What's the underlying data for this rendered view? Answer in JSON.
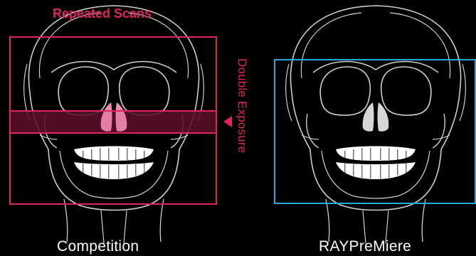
{
  "annotations": {
    "repeated_scans": "Repeated Scans",
    "double_exposure": "Double Exposure"
  },
  "captions": {
    "left": "Competition",
    "right": "RAYPreMiere"
  },
  "colors": {
    "background": "#000000",
    "highlight": "#e0245e",
    "highlight_fill": "#5a1028",
    "frame_right": "#2aa8d8",
    "outline": "#cfcfcf",
    "nose_left": "#f08ab0",
    "nose_right": "#d6d6d6",
    "teeth": "#ffffff"
  }
}
